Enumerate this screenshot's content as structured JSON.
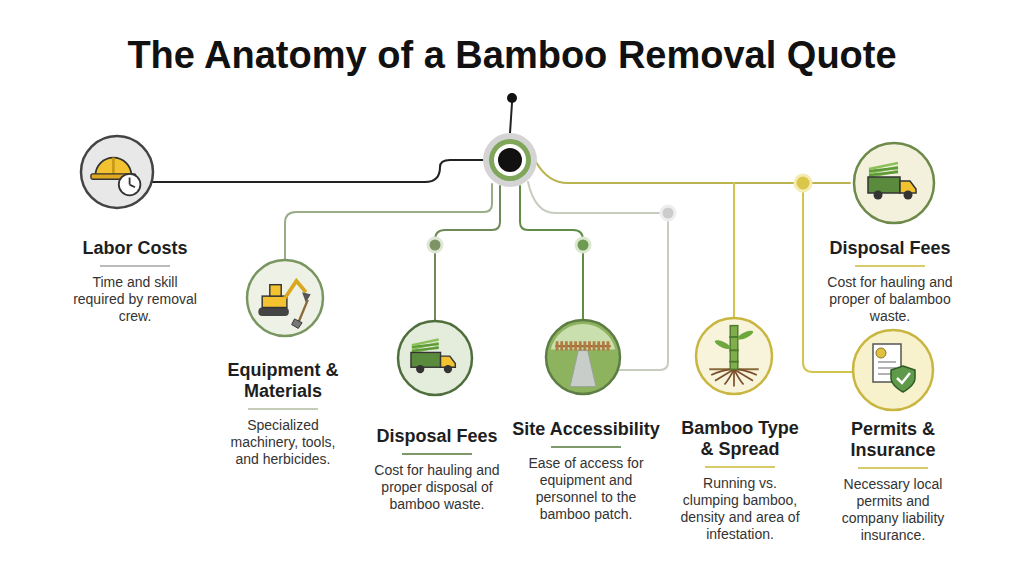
{
  "diagram": {
    "title": "The Anatomy of a Bamboo Removal Quote",
    "nodes": [
      {
        "text": [
          "Labor Costs",
          "Time and skill required by removal crew."
        ]
      },
      {
        "text": [
          "Equipment & Materials",
          "Specialized machinery, tools, and herbicides."
        ]
      },
      {
        "text": [
          "Disposal Fees",
          "Cost for hauling and proper disposal of bamboo waste."
        ]
      },
      {
        "text": [
          "Site Accessibility",
          "Ease of access for equipment and personnel to the bamboo patch."
        ]
      },
      {
        "text": [
          "Bamboo Type & Spread",
          "Running vs. clumping bamboo, density and area of infestation."
        ]
      },
      {
        "text": [
          "Disposal Fees",
          "Cost for hauling and proper of balamboo waste."
        ]
      },
      {
        "text": [
          "Permits & Insurance",
          "Necessary local permits and company liability insurance."
        ]
      }
    ]
  }
}
